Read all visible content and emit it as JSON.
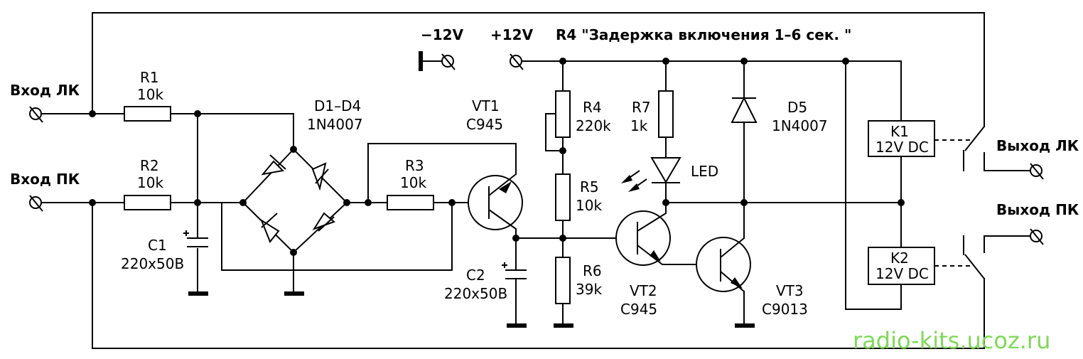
{
  "header": {
    "minus_supply": "−12V",
    "plus_supply": "+12V",
    "note": "R4 \"Задержка включения 1–6 сек. \""
  },
  "inputs": {
    "left": "Вход ЛК",
    "right": "Вход ПК"
  },
  "outputs": {
    "left": "Выход ЛК",
    "right": "Выход ПК"
  },
  "components": {
    "r1": {
      "ref": "R1",
      "value": "10k"
    },
    "r2": {
      "ref": "R2",
      "value": "10k"
    },
    "r3": {
      "ref": "R3",
      "value": "10k"
    },
    "r4": {
      "ref": "R4",
      "value": "220k"
    },
    "r5": {
      "ref": "R5",
      "value": "10k"
    },
    "r6": {
      "ref": "R6",
      "value": "39k"
    },
    "r7": {
      "ref": "R7",
      "value": "1k"
    },
    "c1": {
      "ref": "C1",
      "value": "220x50В"
    },
    "c2": {
      "ref": "C2",
      "value": "220x50В"
    },
    "bridge": {
      "ref": "D1–D4",
      "value": "1N4007"
    },
    "d5": {
      "ref": "D5",
      "value": "1N4007"
    },
    "led": {
      "ref": "LED"
    },
    "vt1": {
      "ref": "VT1",
      "value": "C945"
    },
    "vt2": {
      "ref": "VT2",
      "value": "C945"
    },
    "vt3": {
      "ref": "VT3",
      "value": "C9013"
    },
    "k1": {
      "ref": "K1",
      "value": "12V DC"
    },
    "k2": {
      "ref": "K2",
      "value": "12V DC"
    }
  },
  "watermark": "radio-kits.ucoz.ru",
  "colors": {
    "ink": "#000000",
    "watermark": "#7ed957",
    "background": "#ffffff"
  }
}
